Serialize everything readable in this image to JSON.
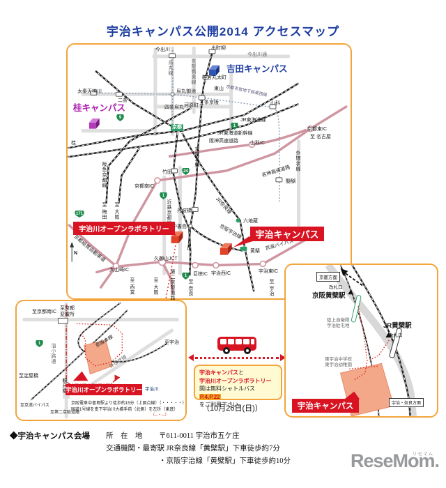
{
  "title": "宇治キャンパス公開2014 アクセスマップ",
  "main": {
    "compass": "N",
    "shields": [
      "9",
      "1",
      "171",
      "1",
      "24",
      "1"
    ],
    "labels": [
      {
        "t": "今出川"
      },
      {
        "t": "出町柳"
      },
      {
        "t": "今出川通"
      },
      {
        "t": "吉田キャンパス"
      },
      {
        "t": "神宮丸太町"
      },
      {
        "t": "烏丸御池"
      },
      {
        "t": "東山"
      },
      {
        "t": "三条京阪"
      },
      {
        "t": "四条烏丸"
      },
      {
        "t": "河原町"
      },
      {
        "t": "太秦天神川"
      },
      {
        "t": "二条"
      },
      {
        "t": "桂キャンパス"
      },
      {
        "t": "桂"
      },
      {
        "t": "烏丸線"
      },
      {
        "t": "京阪鴨東線"
      },
      {
        "t": "京都市営地下鉄東西線"
      },
      {
        "t": "JR東海道線"
      },
      {
        "t": "JR東海道新幹線"
      },
      {
        "t": "阪神高速道路"
      },
      {
        "t": "山科IC"
      },
      {
        "t": "山科"
      },
      {
        "t": "京都東IC"
      },
      {
        "t": "至 名古屋"
      },
      {
        "t": "京都"
      },
      {
        "t": "京阪本線"
      },
      {
        "t": "近鉄京都線"
      },
      {
        "t": "竹田"
      },
      {
        "t": "丹波橋"
      },
      {
        "t": "中書島"
      },
      {
        "t": "京阪宇治線"
      },
      {
        "t": "JR奈良線"
      },
      {
        "t": "六地蔵"
      },
      {
        "t": "黄檗"
      },
      {
        "t": "宇治キャンパス"
      },
      {
        "t": "宇治川オープンラボラトリー"
      },
      {
        "t": "京滋バイパス"
      },
      {
        "t": "宇治西IC"
      },
      {
        "t": "宇治東IC"
      },
      {
        "t": "大山崎IC"
      },
      {
        "t": "久御山JCT"
      },
      {
        "t": "巨椋IC"
      },
      {
        "t": "名神高速道路"
      },
      {
        "t": "京都南IC"
      },
      {
        "t": "京都縦貫自動車道"
      },
      {
        "t": "外環状線"
      },
      {
        "t": "醍醐"
      },
      {
        "t": "至 梅田"
      },
      {
        "t": "至 大阪"
      },
      {
        "t": "至 西宮"
      },
      {
        "t": "至 大阪"
      },
      {
        "t": "第二京阪道路"
      },
      {
        "t": "至 奈良"
      },
      {
        "t": "至 宇治"
      },
      {
        "t": "阪急京都線"
      }
    ]
  },
  "inset_left": {
    "shield": "1",
    "labels": [
      {
        "t": "至京都南IC"
      },
      {
        "t": "至京都"
      },
      {
        "t": "変電所"
      },
      {
        "t": "京阪本線"
      },
      {
        "t": "至宇治"
      },
      {
        "t": "油小路通"
      },
      {
        "t": "外環状線"
      },
      {
        "t": "観月橋"
      },
      {
        "t": "至淀屋橋"
      },
      {
        "t": "宇治川"
      },
      {
        "t": "宇治川オープンラボラトリー"
      },
      {
        "t": "至京滋バイパス"
      },
      {
        "t": "至第二京阪道路"
      }
    ],
    "notes": [
      "京阪電車中書島駅より徒歩約15分（上図点線）（・・・・・）",
      "国道1号線を南下宇治川大橋手前（北側）を左折（東進）",
      "（─・─）"
    ]
  },
  "inset_right": {
    "labels": [
      {
        "t": "京都方面"
      },
      {
        "t": "改札口"
      },
      {
        "t": "京阪黄檗駅"
      },
      {
        "t": "陸上自衛隊"
      },
      {
        "t": "宇治駐屯地"
      },
      {
        "t": "JR黄檗駅"
      },
      {
        "t": "改札口"
      },
      {
        "t": "東宇治中学校"
      },
      {
        "t": "東宇治幼稚園"
      },
      {
        "t": "宇治キャンパス"
      },
      {
        "t": "宇治・奈良方面"
      }
    ]
  },
  "shuttle": {
    "l1r": "宇治キャンパス",
    "l1b": "と",
    "l2r": "宇治川オープンラボラトリー",
    "l3a": "間は無料シャトルバス ",
    "l3p": "P.4,P.22",
    "l4": "をご利用下さい。",
    "date": "（10月26日(日)）"
  },
  "footer": {
    "venue": "◆宇治キャンパス会場",
    "addr_label": "所　在　地",
    "addr": "〒611-0011 宇治市五ケ庄",
    "access_label": "交通機関・最寄駅",
    "access1": "・JR奈良線「黄檗駅」下車徒歩約7分",
    "access2": "・京阪宇治線「黄檗駅」下車徒歩約10分"
  },
  "logo": {
    "text": "ReseMom.",
    "ruby": "リセマム"
  }
}
